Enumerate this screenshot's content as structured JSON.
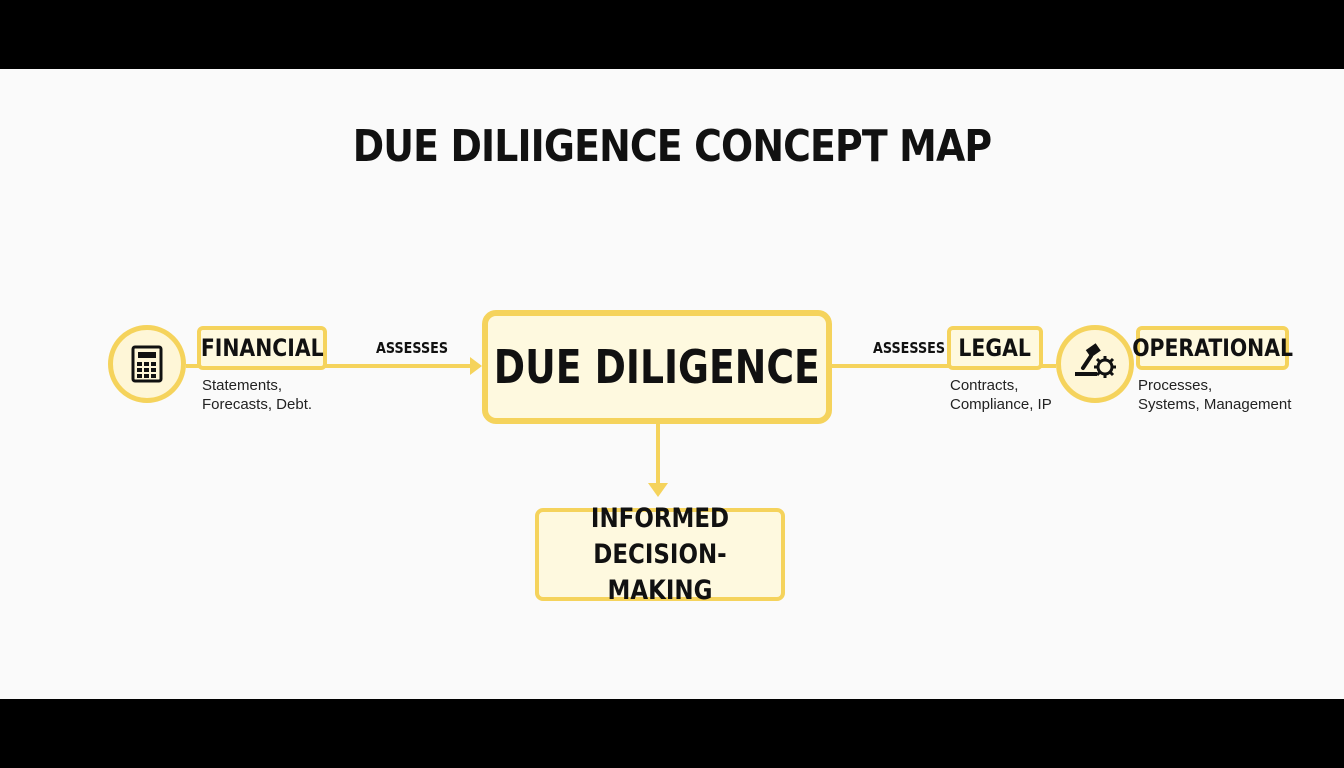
{
  "title": "DUE DILIIGENCE CONCEPT MAP",
  "colors": {
    "accent": "#f5d35c",
    "node_fill": "#fef9df",
    "text": "#111111"
  },
  "nodes": {
    "main": "DUE DILIGENCE",
    "financial": {
      "label": "FINANCIAL",
      "desc_line1": "Statements,",
      "desc_line2": "Forecasts, Debt.",
      "icon": "calculator-icon"
    },
    "legal": {
      "label": "LEGAL",
      "desc_line1": "Contracts,",
      "desc_line2": "Compliance, IP"
    },
    "operational": {
      "label": "OPERATIONAL",
      "desc_line1": "Processes,",
      "desc_line2": "Systems, Management",
      "icon": "gavel-gear-icon"
    },
    "result": "INFORMED DECISION-MAKING"
  },
  "edges": {
    "left_label": "ASSESSES",
    "right_label": "ASSESSES"
  }
}
